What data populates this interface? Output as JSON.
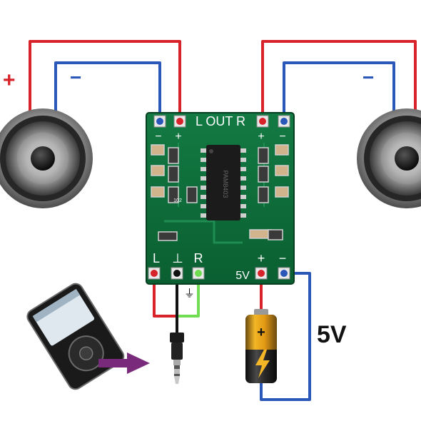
{
  "speaker_left": {
    "plus": "+",
    "minus": "−"
  },
  "speaker_right": {
    "minus": "−"
  },
  "board": {
    "output_label": "L OUT R",
    "out_polarity": [
      "−",
      "+",
      "+",
      "−"
    ],
    "input_labels": [
      "L",
      "⊥",
      "R"
    ],
    "power_polarity": [
      "+",
      "−"
    ],
    "power_label": "5V",
    "chip_marking": "PAM8403",
    "resistor_code": "102"
  },
  "ground_symbol": "⏚",
  "battery_label": "5V",
  "colors": {
    "wire_positive": "#d8232a",
    "wire_negative": "#2a57b8",
    "wire_ground": "#111111",
    "wire_right_input": "#6fdc52",
    "pcb": "#0d6e3a",
    "arrow": "#7a2a7a"
  },
  "icons": [
    "speaker-icon",
    "audio-player-icon",
    "audio-jack-icon",
    "battery-icon",
    "arrow-icon"
  ]
}
